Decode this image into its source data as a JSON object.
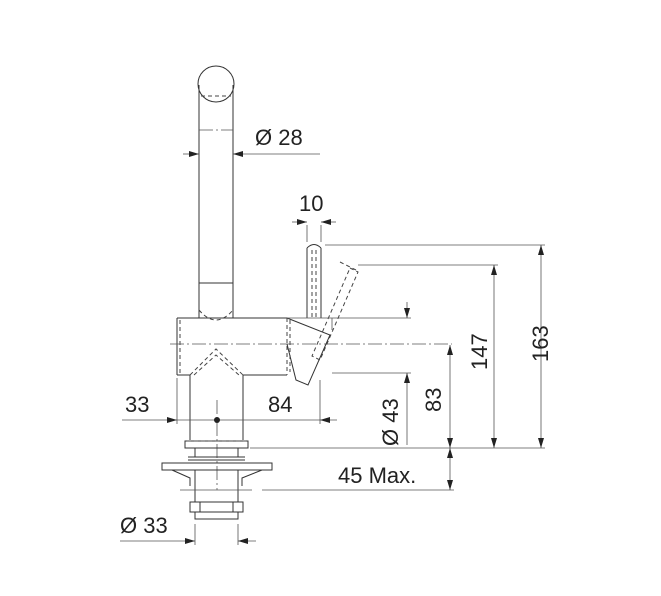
{
  "dimensions": {
    "spout_diameter": "Ø 28",
    "lever_width": "10",
    "total_height": "163",
    "spout_height": "147",
    "body_diameter": "Ø 43",
    "body_height": "83",
    "left_offset": "33",
    "lever_offset": "84",
    "max_thickness": "45 Max.",
    "shank_diameter": "Ø 33"
  }
}
